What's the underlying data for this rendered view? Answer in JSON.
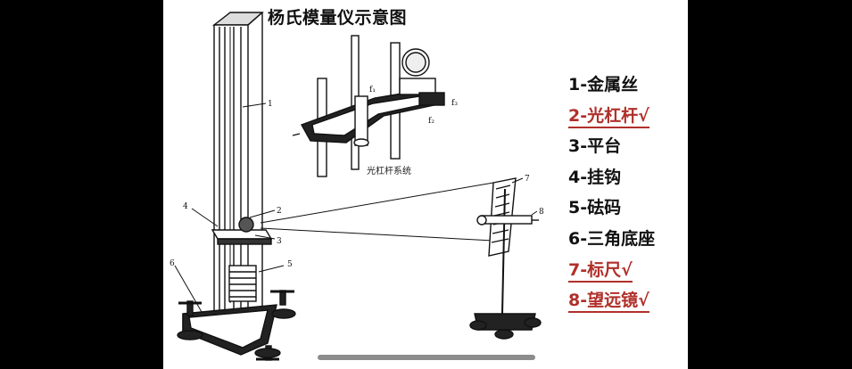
{
  "title": "杨氏模量仪示意图",
  "inset_caption": "光杠杆系统",
  "inset_labels": [
    "f₁",
    "f₂",
    "f₃"
  ],
  "callout_numbers": [
    "1",
    "2",
    "3",
    "4",
    "5",
    "6",
    "7",
    "8"
  ],
  "legend": [
    {
      "text": "1-金属丝",
      "highlight": false
    },
    {
      "text": "2-光杠杆√",
      "highlight": true
    },
    {
      "text": "3-平台",
      "highlight": false
    },
    {
      "text": "4-挂钩",
      "highlight": false
    },
    {
      "text": "5-砝码",
      "highlight": false
    },
    {
      "text": "6-三角底座",
      "highlight": false
    },
    {
      "text": "7-标尺√",
      "highlight": true
    },
    {
      "text": "8-望远镜√",
      "highlight": true
    }
  ],
  "colors": {
    "highlight": "#b0302a",
    "text": "#111111",
    "frame": "#000000"
  }
}
